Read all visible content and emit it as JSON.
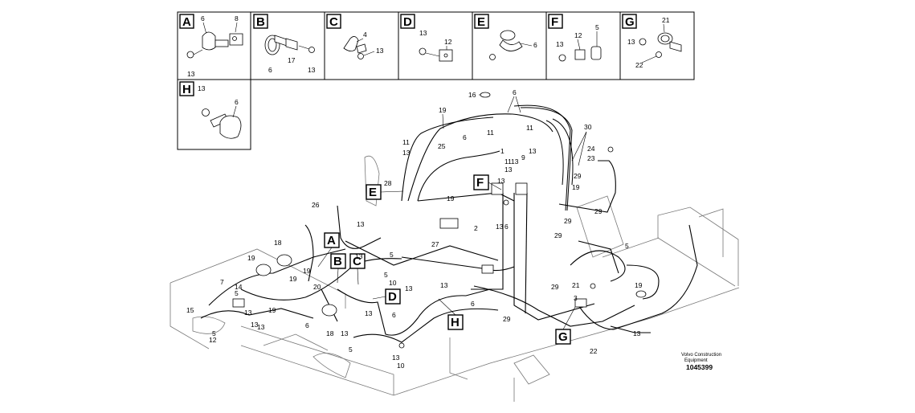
{
  "detail_boxes": [
    {
      "id": "A",
      "parts": [
        "6",
        "8",
        "13"
      ]
    },
    {
      "id": "B",
      "parts": [
        "6",
        "17",
        "13"
      ]
    },
    {
      "id": "C",
      "parts": [
        "4",
        "13"
      ]
    },
    {
      "id": "D",
      "parts": [
        "13",
        "12"
      ]
    },
    {
      "id": "E",
      "parts": [
        "6"
      ]
    },
    {
      "id": "F",
      "parts": [
        "5",
        "12",
        "13"
      ]
    },
    {
      "id": "G",
      "parts": [
        "21",
        "13",
        "22"
      ]
    },
    {
      "id": "H",
      "parts": [
        "13",
        "6"
      ]
    }
  ],
  "callouts": {
    "main_letters": [
      "A",
      "B",
      "C",
      "D",
      "E",
      "F",
      "G",
      "H"
    ],
    "numbers": [
      "16",
      "6",
      "19",
      "11",
      "13",
      "30",
      "25",
      "1",
      "9",
      "24",
      "23",
      "28",
      "29",
      "26",
      "7",
      "2",
      "27",
      "18",
      "14",
      "15",
      "20",
      "10",
      "12",
      "3",
      "17",
      "21",
      "22",
      "4",
      "5",
      "8"
    ]
  },
  "footer": {
    "brand_line1": "Volvo Construction",
    "brand_line2": "Equipment",
    "doc_number": "1045399"
  }
}
